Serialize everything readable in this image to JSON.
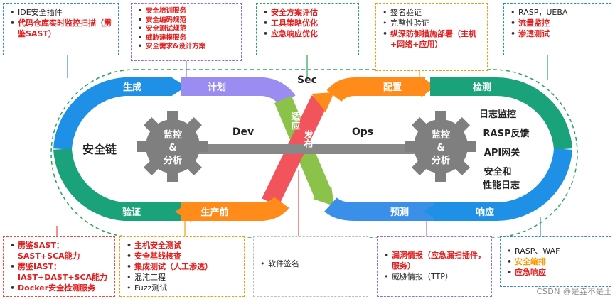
{
  "boxes": {
    "top1": [
      "IDE安全插件",
      "代码仓库实时监控扫描（雳鉴SAST）"
    ],
    "top2": [
      "安全培训服务",
      "安全编码规范",
      "安全测试规范",
      "威胁建模服务",
      "安全需求&设计方案"
    ],
    "top3": [
      "安全方案评估",
      "工具策略优化",
      "应急响应优化"
    ],
    "top4": [
      "签名验证",
      "完整性验证",
      "纵深防御措施部署（主机+网络+应用）"
    ],
    "top5": [
      "RASP，UEBA",
      "流量监控",
      "渗透测试"
    ],
    "bot1": [
      "雳鉴SAST：SAST+SCA能力",
      "雳鉴IAST：IAST+DAST+SCA能力",
      "Docker安全检测服务"
    ],
    "bot2": [
      "主机安全测试",
      "安全基线核查",
      "集成测试（人工渗透）",
      "混沌工程",
      "Fuzz测试"
    ],
    "bot3": [
      "软件签名"
    ],
    "bot4": [
      "漏洞情报（应急漏扫插件，服务）",
      "威胁情报（TTP）"
    ],
    "bot5": [
      "RASP、WAF",
      "安全编排",
      "应急响应"
    ]
  },
  "loop": {
    "sec": "Sec",
    "dev": "Dev",
    "ops": "Ops",
    "left_core": "安全链",
    "gear_left": [
      "监控",
      "&",
      "分析"
    ],
    "gear_right": [
      "监控",
      "&",
      "分析"
    ],
    "segments": {
      "shengcheng": "生成",
      "jihua": "计划",
      "shiying": "适应",
      "fabu": "发布",
      "peizhi": "配置",
      "jiance": "检测",
      "yanzheng": "验证",
      "shengchanqian": "生产前",
      "yuce": "预测",
      "xiangying": "响应"
    },
    "right_items": [
      "日志监控",
      "RASP反馈",
      "API网关",
      "安全和",
      "性能日志"
    ]
  },
  "colors": {
    "blue": "#1e90e6",
    "teal": "#1aa37a",
    "purple": "#9a8cf0",
    "green": "#8bc34a",
    "orange": "#ff8c1a",
    "red": "#f2545b",
    "gear": "#7f7f7f"
  },
  "watermark": "CSDN @是垚不是土"
}
